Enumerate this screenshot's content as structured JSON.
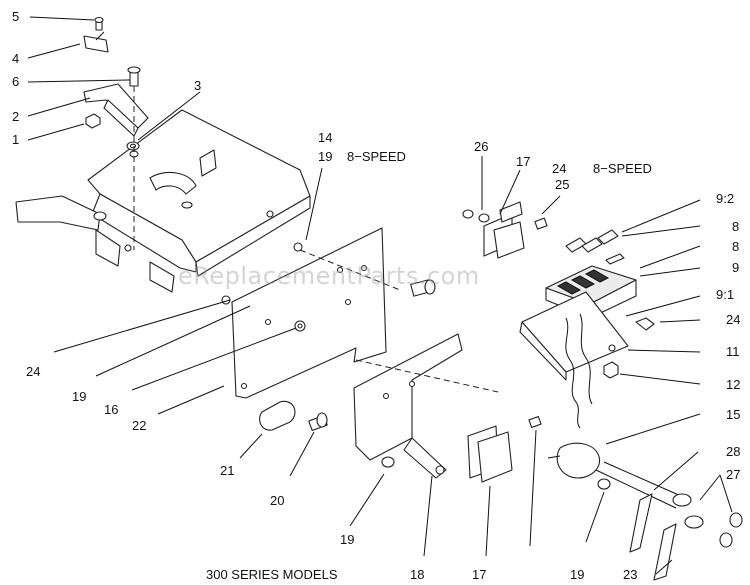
{
  "watermark": "eReplacementParts.com",
  "caption": "300 SERIES MODELS",
  "speed_labels": [
    "8−SPEED",
    "8−SPEED"
  ],
  "callouts": [
    "5",
    "4",
    "6",
    "3",
    "2",
    "1",
    "14",
    "19",
    "26",
    "17",
    "24",
    "25",
    "9:2",
    "8",
    "8",
    "9",
    "9:1",
    "24",
    "11",
    "12",
    "15",
    "28",
    "27",
    "23",
    "24",
    "19",
    "16",
    "22",
    "21",
    "20",
    "19",
    "18",
    "17",
    "19"
  ]
}
